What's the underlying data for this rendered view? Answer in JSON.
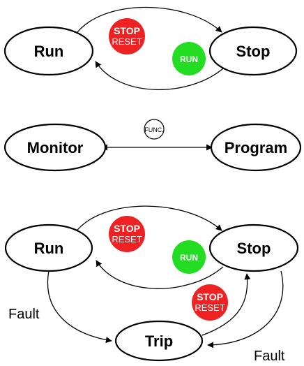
{
  "colors": {
    "stroke": "#000000",
    "stop_button": "#ee2222",
    "run_button": "#22dd22",
    "button_text": "#ffffff"
  },
  "diagram1": {
    "state_run": "Run",
    "state_stop": "Stop",
    "stop_button": {
      "line1": "STOP",
      "line2": "RESET"
    },
    "run_button": "RUN"
  },
  "diagram2": {
    "state_monitor": "Monitor",
    "state_program": "Program",
    "func_button": "FUNC."
  },
  "diagram3": {
    "state_run": "Run",
    "state_stop": "Stop",
    "state_trip": "Trip",
    "stop_button": {
      "line1": "STOP",
      "line2": "RESET"
    },
    "run_button": "RUN",
    "trip_reset_button": {
      "line1": "STOP",
      "line2": "RESET"
    },
    "fault_left": "Fault",
    "fault_right": "Fault"
  }
}
